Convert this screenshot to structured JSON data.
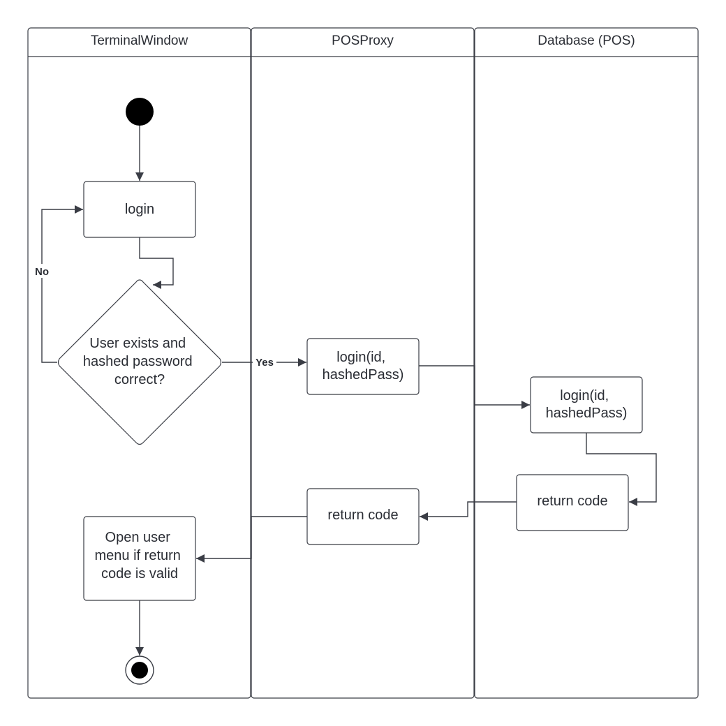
{
  "lanes": [
    {
      "id": "terminal",
      "title": "TerminalWindow"
    },
    {
      "id": "proxy",
      "title": "POSProxy"
    },
    {
      "id": "database",
      "title": "Database (POS)"
    }
  ],
  "nodes": {
    "login": {
      "lines": [
        "login"
      ]
    },
    "decision": {
      "lines": [
        "User exists and",
        "hashed password",
        "correct?"
      ]
    },
    "proxy_login": {
      "lines": [
        "login(id,",
        "hashedPass)"
      ]
    },
    "db_login": {
      "lines": [
        "login(id,",
        "hashedPass)"
      ]
    },
    "db_return": {
      "lines": [
        "return code"
      ]
    },
    "proxy_return": {
      "lines": [
        "return code"
      ]
    },
    "open_menu": {
      "lines": [
        "Open user",
        "menu if return",
        "code is valid"
      ]
    }
  },
  "edge_labels": {
    "no": "No",
    "yes": "Yes"
  }
}
